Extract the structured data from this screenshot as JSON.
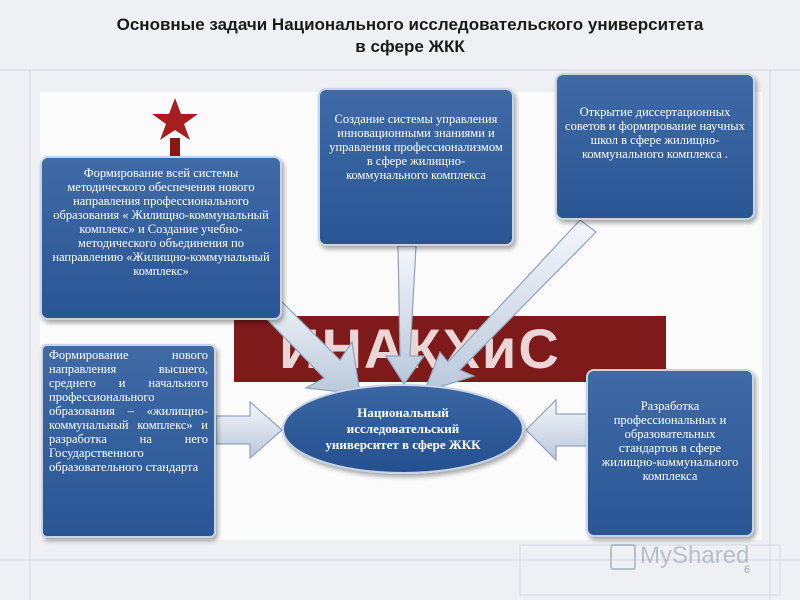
{
  "title_line1": "Основные задачи  Национального исследовательского университета",
  "title_line2": "в сфере  ЖКК",
  "center": "Национальный исследовательский университет   в сфере  ЖКК",
  "boxes": {
    "top_left": "Формирование  всей системы методического обеспечения нового направления профессионального образования « Жилищно-коммунальный комплекс» и Создание учебно-методического объединения  по направлению «Жилищно-коммунальный комплекс»",
    "top_middle": "Создание системы управления инновационными знаниями  и  управления профессионализмом в сфере  жилищно-коммунального комплекса",
    "top_right": "Открытие диссертационных советов  и формирование научных школ  в сфере жилищно-коммунального комплекса .",
    "left": "Формирование нового направления высшего, среднего и начального профессионального образования – «жилищно-коммунальный комплекс» и разработка на него Государственного образовательного стандарта",
    "right": "Разработка профессиональных и образовательных стандартов в сфере жилищно-коммунального комплекса"
  },
  "logo_text": "ИНАКХиС",
  "watermark": "MyShared",
  "page_number": "6"
}
